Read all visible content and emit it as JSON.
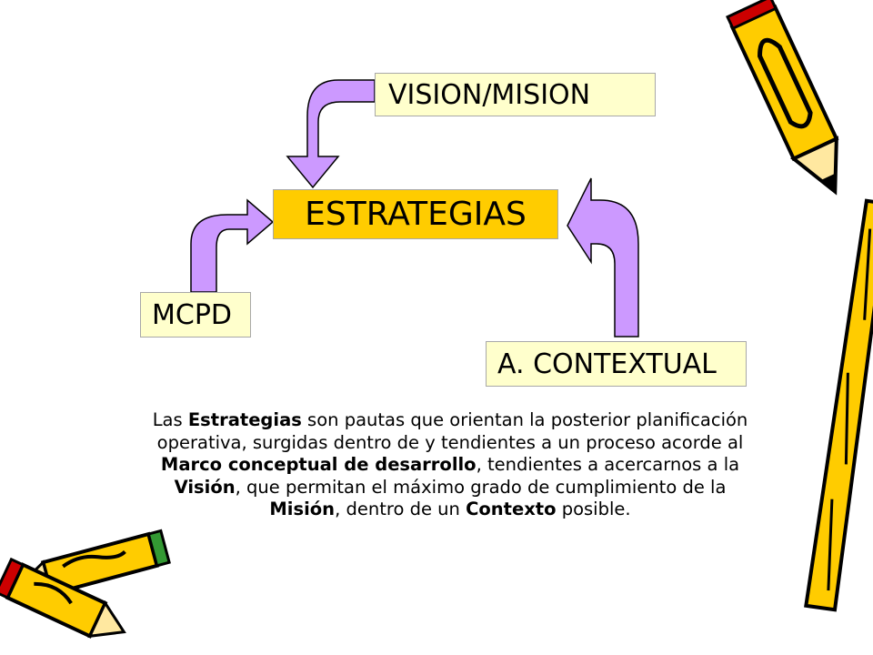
{
  "diagram": {
    "top_box": "VISION/MISION",
    "center_box": "ESTRATEGIAS",
    "left_box": "MCPD",
    "right_box": "A. CONTEXTUAL"
  },
  "description": {
    "t1": "Las ",
    "b1": "Estrategias",
    "t2": " son pautas que orientan la posterior planificación operativa, surgidas dentro de y tendientes a un proceso acorde al ",
    "b2": "Marco conceptual de desarrollo",
    "t3": ", tendientes a acercarnos a la ",
    "b3": "Visión",
    "t4": ", que permitan el máximo grado de cumplimiento de la ",
    "b4": "Misión",
    "t5": ", dentro de un ",
    "b5": "Contexto",
    "t6": " posible."
  },
  "colors": {
    "arrow_fill": "#cc99ff",
    "center_box_fill": "#ffcc00",
    "side_box_fill": "#ffffcc"
  },
  "icons": [
    "pencil-icon",
    "pencil-icon",
    "pencil-icon",
    "pencil-icon"
  ]
}
